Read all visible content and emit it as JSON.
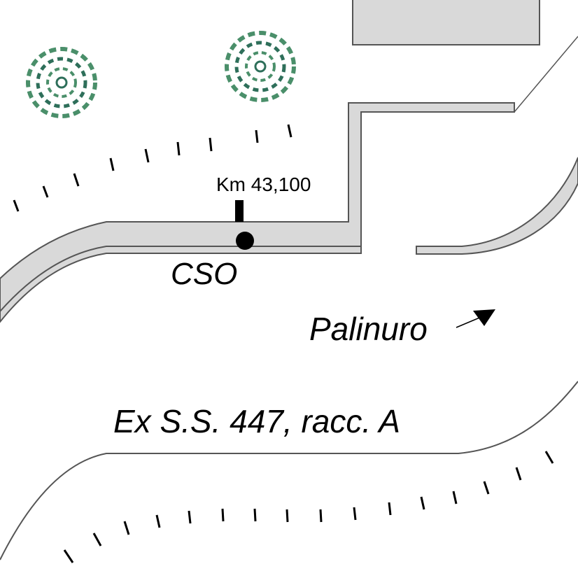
{
  "map": {
    "km_marker": "Km 43,100",
    "station_label": "CSO",
    "direction_label": "Palinuro",
    "road_label": "Ex S.S. 447, racc. A"
  },
  "colors": {
    "sidewalk_fill": "#d9d9d9",
    "outline": "#555555",
    "tree_green": "#4a8f6a",
    "tree_dark": "#2e6f5a",
    "ink": "#000000"
  },
  "icons": [
    "tree-icon",
    "station-dot-icon",
    "direction-arrow-icon"
  ]
}
